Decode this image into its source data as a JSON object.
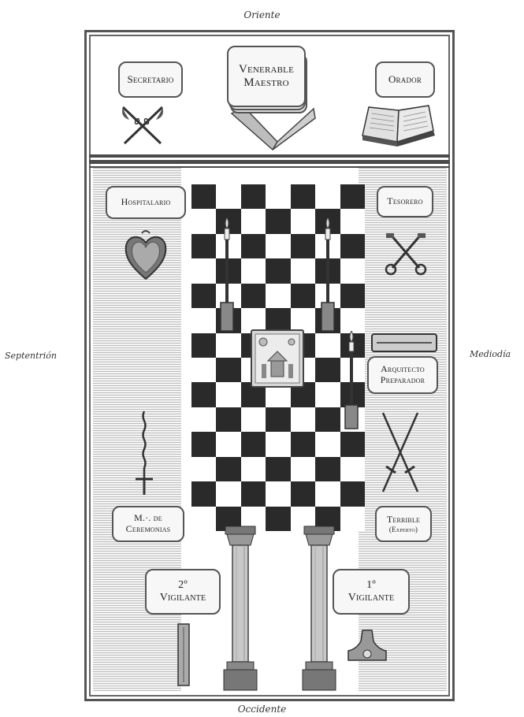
{
  "directions": {
    "north": "Oriente",
    "south": "Occidente",
    "west": "Septentrión",
    "east": "Mediodía"
  },
  "officers": {
    "venerable_maestro": {
      "line1": "Venerable",
      "line2": "Maestro"
    },
    "secretario": "Secretario",
    "orador": "Orador",
    "hospitalario": "Hospitalario",
    "tesorero": "Tesorero",
    "arquitecto_preparador": {
      "line1": "Arquitecto",
      "line2": "Preparador"
    },
    "maestro_ceremonias": {
      "line1": "M.·. de",
      "line2": "Ceremonias"
    },
    "terrible": {
      "line1": "Terrible",
      "line2": "(Experto)"
    },
    "segundo_vigilante": {
      "line1": "2º",
      "line2": "Vigilante"
    },
    "primer_vigilante": {
      "line1": "1º",
      "line2": "Vigilante"
    }
  }
}
